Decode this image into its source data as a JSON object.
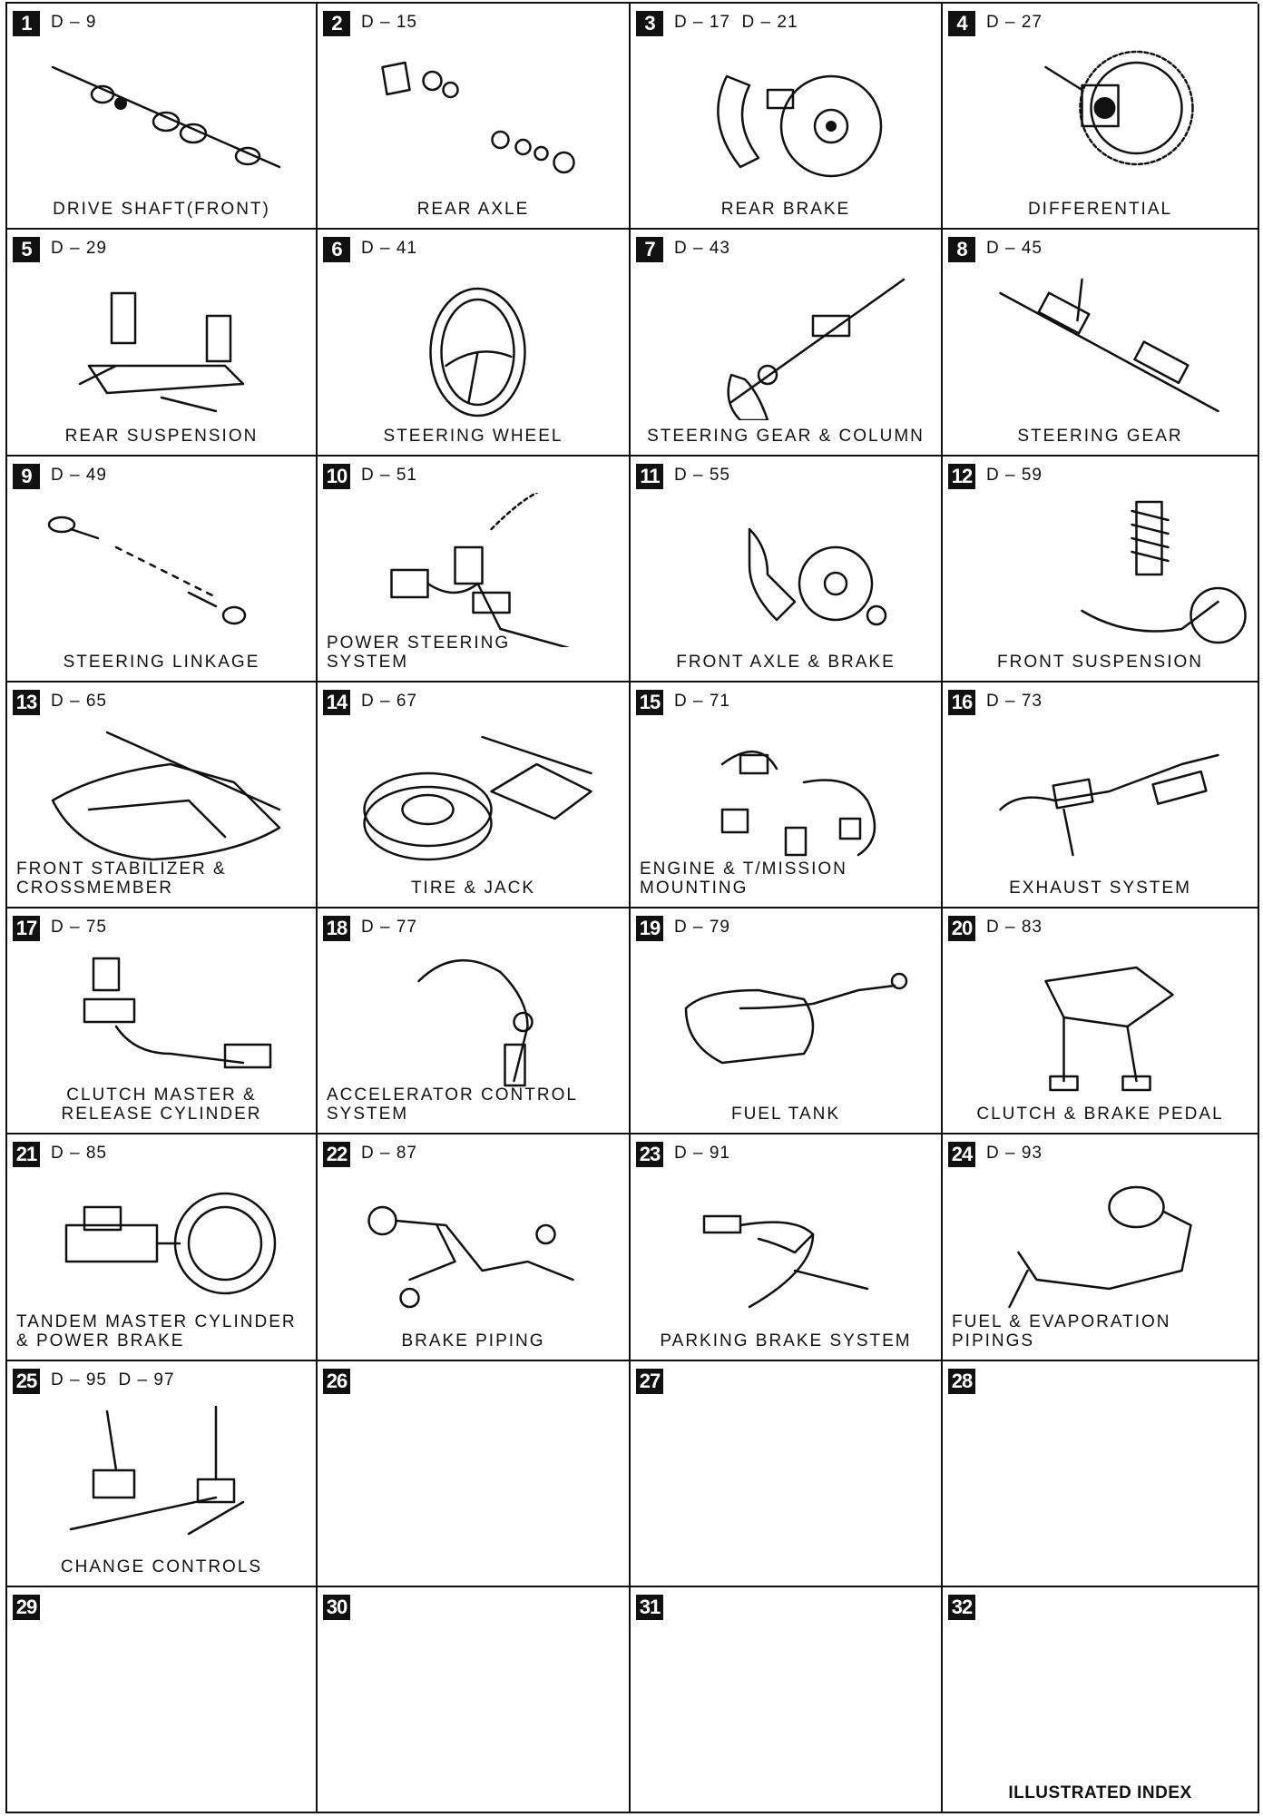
{
  "cells": [
    {
      "num": "1",
      "ref": "D – 9",
      "caption": "DRIVE SHAFT(FRONT)",
      "icon": "drive-shaft-icon"
    },
    {
      "num": "2",
      "ref": "D – 15",
      "caption": "REAR AXLE",
      "icon": "rear-axle-icon"
    },
    {
      "num": "3",
      "ref": "D – 17  D – 21",
      "caption": "REAR BRAKE",
      "icon": "rear-brake-icon"
    },
    {
      "num": "4",
      "ref": "D – 27",
      "caption": "DIFFERENTIAL",
      "icon": "differential-icon"
    },
    {
      "num": "5",
      "ref": "D – 29",
      "caption": "REAR SUSPENSION",
      "icon": "rear-suspension-icon"
    },
    {
      "num": "6",
      "ref": "D – 41",
      "caption": "STEERING WHEEL",
      "icon": "steering-wheel-icon"
    },
    {
      "num": "7",
      "ref": "D – 43",
      "caption": "STEERING GEAR & COLUMN",
      "icon": "steering-column-icon"
    },
    {
      "num": "8",
      "ref": "D – 45",
      "caption": "STEERING GEAR",
      "icon": "steering-gear-icon"
    },
    {
      "num": "9",
      "ref": "D – 49",
      "caption": "STEERING LINKAGE",
      "icon": "steering-linkage-icon"
    },
    {
      "num": "10",
      "ref": "D – 51",
      "caption": "POWER STEERING\nSYSTEM",
      "icon": "power-steering-icon",
      "align": "left"
    },
    {
      "num": "11",
      "ref": "D – 55",
      "caption": "FRONT AXLE & BRAKE",
      "icon": "front-axle-icon"
    },
    {
      "num": "12",
      "ref": "D – 59",
      "caption": "FRONT SUSPENSION",
      "icon": "front-suspension-icon"
    },
    {
      "num": "13",
      "ref": "D – 65",
      "caption": "FRONT STABILIZER &\nCROSSMEMBER",
      "icon": "stabilizer-icon",
      "align": "left"
    },
    {
      "num": "14",
      "ref": "D – 67",
      "caption": "TIRE & JACK",
      "icon": "tire-jack-icon"
    },
    {
      "num": "15",
      "ref": "D – 71",
      "caption": "ENGINE & T/MISSION\nMOUNTING",
      "icon": "engine-mount-icon",
      "align": "left"
    },
    {
      "num": "16",
      "ref": "D – 73",
      "caption": "EXHAUST SYSTEM",
      "icon": "exhaust-icon"
    },
    {
      "num": "17",
      "ref": "D – 75",
      "caption": "CLUTCH MASTER &\nRELEASE CYLINDER",
      "icon": "clutch-cylinder-icon"
    },
    {
      "num": "18",
      "ref": "D – 77",
      "caption": "ACCELERATOR CONTROL\nSYSTEM",
      "icon": "accelerator-icon",
      "align": "left"
    },
    {
      "num": "19",
      "ref": "D – 79",
      "caption": "FUEL TANK",
      "icon": "fuel-tank-icon"
    },
    {
      "num": "20",
      "ref": "D – 83",
      "caption": "CLUTCH & BRAKE PEDAL",
      "icon": "pedal-icon"
    },
    {
      "num": "21",
      "ref": "D – 85",
      "caption": "TANDEM MASTER CYLINDER\n& POWER BRAKE",
      "icon": "master-cylinder-icon",
      "align": "left"
    },
    {
      "num": "22",
      "ref": "D – 87",
      "caption": "BRAKE PIPING",
      "icon": "brake-piping-icon"
    },
    {
      "num": "23",
      "ref": "D – 91",
      "caption": "PARKING BRAKE SYSTEM",
      "icon": "parking-brake-icon"
    },
    {
      "num": "24",
      "ref": "D – 93",
      "caption": "FUEL & EVAPORATION\nPIPINGS",
      "icon": "fuel-piping-icon",
      "align": "left"
    },
    {
      "num": "25",
      "ref": "D – 95  D – 97",
      "caption": "CHANGE CONTROLS",
      "icon": "change-controls-icon"
    },
    {
      "num": "26",
      "ref": "",
      "caption": "",
      "icon": ""
    },
    {
      "num": "27",
      "ref": "",
      "caption": "",
      "icon": ""
    },
    {
      "num": "28",
      "ref": "",
      "caption": "",
      "icon": ""
    },
    {
      "num": "29",
      "ref": "",
      "caption": "",
      "icon": ""
    },
    {
      "num": "30",
      "ref": "",
      "caption": "",
      "icon": ""
    },
    {
      "num": "31",
      "ref": "",
      "caption": "",
      "icon": ""
    },
    {
      "num": "32",
      "ref": "",
      "caption": "ILLUSTRATED INDEX",
      "icon": "",
      "style": "bold"
    }
  ]
}
